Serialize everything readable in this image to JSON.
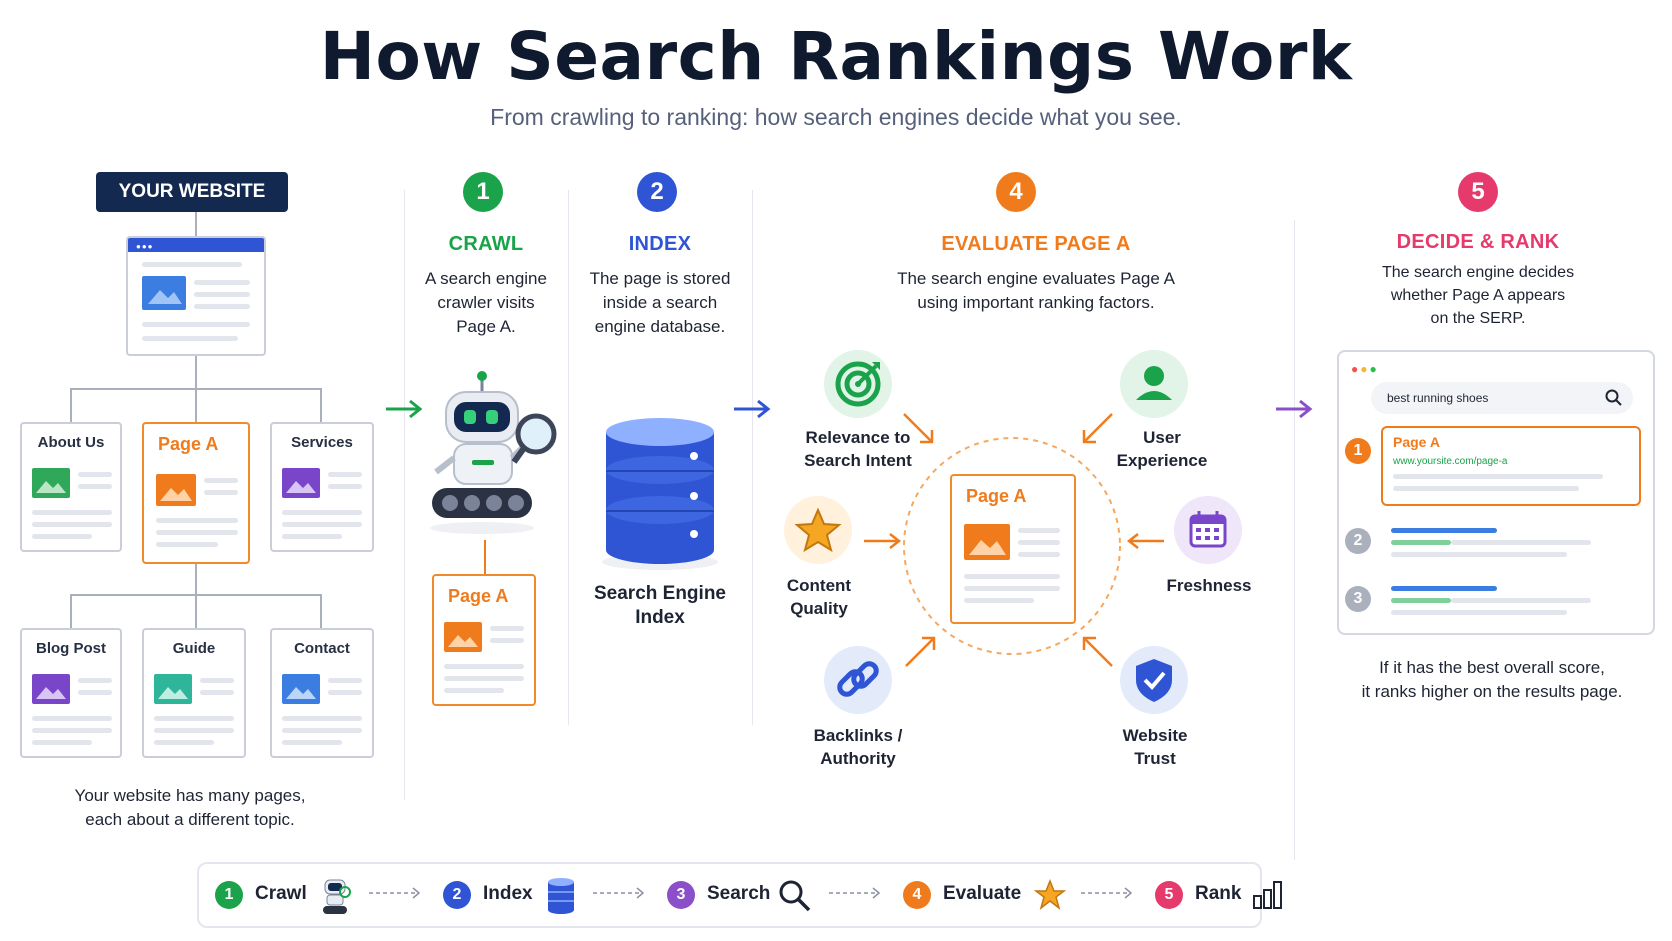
{
  "title": "How Search Rankings Work",
  "subtitle": "From crawling to ranking: how search engines decide what you see.",
  "website": {
    "badge": "YOUR WEBSITE",
    "pages": [
      "About Us",
      "Page A",
      "Services",
      "Blog Post",
      "Guide",
      "Contact"
    ],
    "caption_line1": "Your website has many pages,",
    "caption_line2": "each about a different topic."
  },
  "steps": [
    {
      "num": "1",
      "title": "CRAWL",
      "desc": [
        "A search engine",
        "crawler visits",
        "Page A."
      ],
      "color": "#1aa34a"
    },
    {
      "num": "2",
      "title": "INDEX",
      "desc": [
        "The page is stored",
        "inside a search",
        "engine database."
      ],
      "color": "#2f55d4"
    },
    {
      "num": "4",
      "title": "EVALUATE PAGE A",
      "desc": [
        "The search engine evaluates Page A",
        "using important ranking factors."
      ],
      "color": "#f07b1c"
    },
    {
      "num": "5",
      "title": "DECIDE & RANK",
      "desc": [
        "The search engine decides",
        "whether Page A appears",
        "on the SERP."
      ],
      "color": "#e53a6b"
    }
  ],
  "crawl_page_label": "Page A",
  "index_label": [
    "Search Engine",
    "Index"
  ],
  "evaluate_page_label": "Page A",
  "factors": [
    {
      "label": [
        "Relevance to",
        "Search Intent"
      ],
      "icon": "target-icon"
    },
    {
      "label": [
        "User",
        "Experience"
      ],
      "icon": "user-icon"
    },
    {
      "label": [
        "Content",
        "Quality"
      ],
      "icon": "star-icon"
    },
    {
      "label": [
        "Freshness"
      ],
      "icon": "calendar-icon"
    },
    {
      "label": [
        "Backlinks /",
        "Authority"
      ],
      "icon": "link-icon"
    },
    {
      "label": [
        "Website",
        "Trust"
      ],
      "icon": "shield-icon"
    }
  ],
  "serp": {
    "query": "best running shoes",
    "result1_title": "Page A",
    "result1_url": "www.yoursite.com/page-a",
    "ranks": [
      "1",
      "2",
      "3"
    ]
  },
  "rank_caption": [
    "If it has the best overall score,",
    "it ranks higher on the results page."
  ],
  "legend": [
    {
      "num": "1",
      "label": "Crawl",
      "color": "#1aa34a"
    },
    {
      "num": "2",
      "label": "Index",
      "color": "#2f55d4"
    },
    {
      "num": "3",
      "label": "Search",
      "color": "#8b4fc9"
    },
    {
      "num": "4",
      "label": "Evaluate",
      "color": "#f07b1c"
    },
    {
      "num": "5",
      "label": "Rank",
      "color": "#e53a6b"
    }
  ]
}
